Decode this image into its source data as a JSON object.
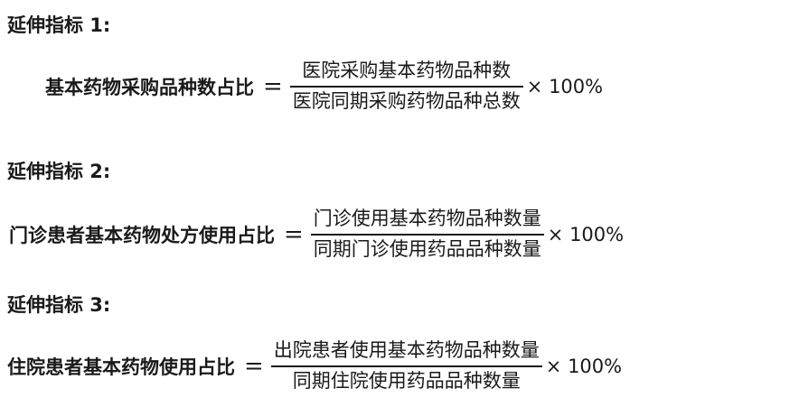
{
  "indicators": [
    {
      "heading": "延伸指标 1:",
      "lhs": "基本药物采购品种数占比",
      "equals": "=",
      "numerator": "医院采购基本药物品种数",
      "denominator": "医院同期采购药物品种总数",
      "multiplier": "× 100%"
    },
    {
      "heading": "延伸指标 2:",
      "lhs": "门诊患者基本药物处方使用占比",
      "equals": "=",
      "numerator": "门诊使用基本药物品种数量",
      "denominator": "同期门诊使用药品品种数量",
      "multiplier": "× 100%"
    },
    {
      "heading": "延伸指标 3:",
      "lhs": "住院患者基本药物使用占比",
      "equals": "=",
      "numerator": "出院患者使用基本药物品种数量",
      "denominator": "同期住院使用药品品种数量",
      "multiplier": "× 100%"
    }
  ]
}
